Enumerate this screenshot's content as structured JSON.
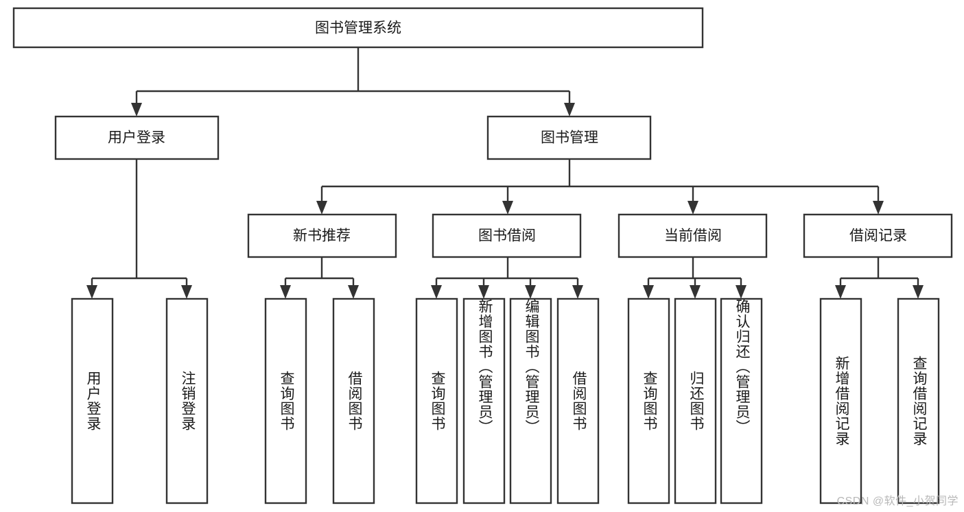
{
  "diagram": {
    "type": "hierarchy-tree",
    "title": "图书管理系统",
    "watermark": "CSDN @软件_小贺同学",
    "colors": {
      "box_stroke": "#333333",
      "box_fill": "#ffffff",
      "text": "#1a1a1a",
      "watermark": "#b8b8b8",
      "background": "#ffffff"
    },
    "root": {
      "id": "root",
      "label": "图书管理系统"
    },
    "level2": [
      {
        "id": "user-login",
        "label": "用户登录"
      },
      {
        "id": "book-management",
        "label": "图书管理"
      }
    ],
    "level3": [
      {
        "id": "new-book-recommend",
        "label": "新书推荐",
        "parent": "book-management"
      },
      {
        "id": "book-borrow",
        "label": "图书借阅",
        "parent": "book-management"
      },
      {
        "id": "current-borrow",
        "label": "当前借阅",
        "parent": "book-management"
      },
      {
        "id": "borrow-record",
        "label": "借阅记录",
        "parent": "book-management"
      }
    ],
    "leaves": [
      {
        "id": "leaf-user-login",
        "label": "用户登录",
        "parent": "user-login"
      },
      {
        "id": "leaf-logout-login",
        "label": "注销登录",
        "parent": "user-login"
      },
      {
        "id": "leaf-query-book-1",
        "label": "查询图书",
        "parent": "new-book-recommend"
      },
      {
        "id": "leaf-borrow-book-1",
        "label": "借阅图书",
        "parent": "new-book-recommend"
      },
      {
        "id": "leaf-query-book-2",
        "label": "查询图书",
        "parent": "book-borrow"
      },
      {
        "id": "leaf-add-book",
        "label": "新增图书（管理员）",
        "parent": "book-borrow"
      },
      {
        "id": "leaf-edit-book",
        "label": "编辑图书（管理员）",
        "parent": "book-borrow"
      },
      {
        "id": "leaf-borrow-book-2",
        "label": "借阅图书",
        "parent": "book-borrow"
      },
      {
        "id": "leaf-query-book-3",
        "label": "查询图书",
        "parent": "current-borrow"
      },
      {
        "id": "leaf-return-book",
        "label": "归还图书",
        "parent": "current-borrow"
      },
      {
        "id": "leaf-confirm-return",
        "label": "确认归还（管理员）",
        "parent": "current-borrow"
      },
      {
        "id": "leaf-add-record",
        "label": "新增借阅记录",
        "parent": "borrow-record"
      },
      {
        "id": "leaf-query-record",
        "label": "查询借阅记录",
        "parent": "borrow-record"
      }
    ]
  }
}
